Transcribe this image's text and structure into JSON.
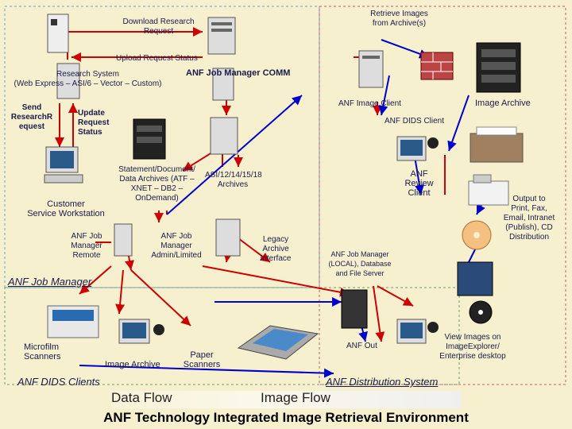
{
  "title": "ANF Technology Integrated Image Retrieval Environment",
  "legend": {
    "data_flow": "Data Flow",
    "image_flow": "Image Flow"
  },
  "colors": {
    "background": "#f6f0cf",
    "data_flow": "#cc0000",
    "image_flow": "#0000cc",
    "zone_top_left": "#6fa0d0",
    "zone_top_right": "#c06060",
    "zone_bottom": "#6aa06a"
  },
  "labels": {
    "download_request": "Download Research\nRequest",
    "retrieve_images": "Retrieve Images\nfrom Archive(s)",
    "upload_status": "Upload Request Status",
    "research_system": "Research System\n(Web Express – ASI/6 – Vector – Custom)",
    "job_manager_comm": "ANF Job Manager COMM",
    "send_request": "Send\nResearchR\nequest",
    "update_status": "Update\nRequest\nStatus",
    "image_client": "ANF Image Client",
    "image_archive": "Image Archive",
    "dids_client": "ANF DIDS Client",
    "statement_archives": "Statement/Document/\nData Archives (ATF –\nXNET – DB2 –\nOnDemand)",
    "asi_archives": "ASI/12/14/15/18\nArchives",
    "review_client": "ANF\nReview\nClient",
    "customer_ws": "Customer\nService Workstation",
    "output_to": "Output to\nPrint, Fax,\nEmail, Intranet\n(Publish), CD\nDistribution",
    "job_mgr_remote": "ANF Job\nManager\nRemote",
    "job_mgr_admin": "ANF Job\nManager\nAdmin/Limited",
    "legacy_archive": "Legacy\nArchive\nInterface",
    "job_mgr_local": "ANF Job Manager\n(LOCAL), Database\nand File Server",
    "job_manager_zone": "ANF Job Manager",
    "microfilm": "Microfilm\nScanners",
    "image_archive_bottom": "Image Archive",
    "paper_scanners": "Paper\nScanners",
    "anf_out": "ANF Out",
    "view_images": "View Images on\nImageExplorer/\nEnterprise desktop",
    "dids_clients": "ANF DIDS Clients",
    "distribution_system": "ANF Distribution System"
  }
}
